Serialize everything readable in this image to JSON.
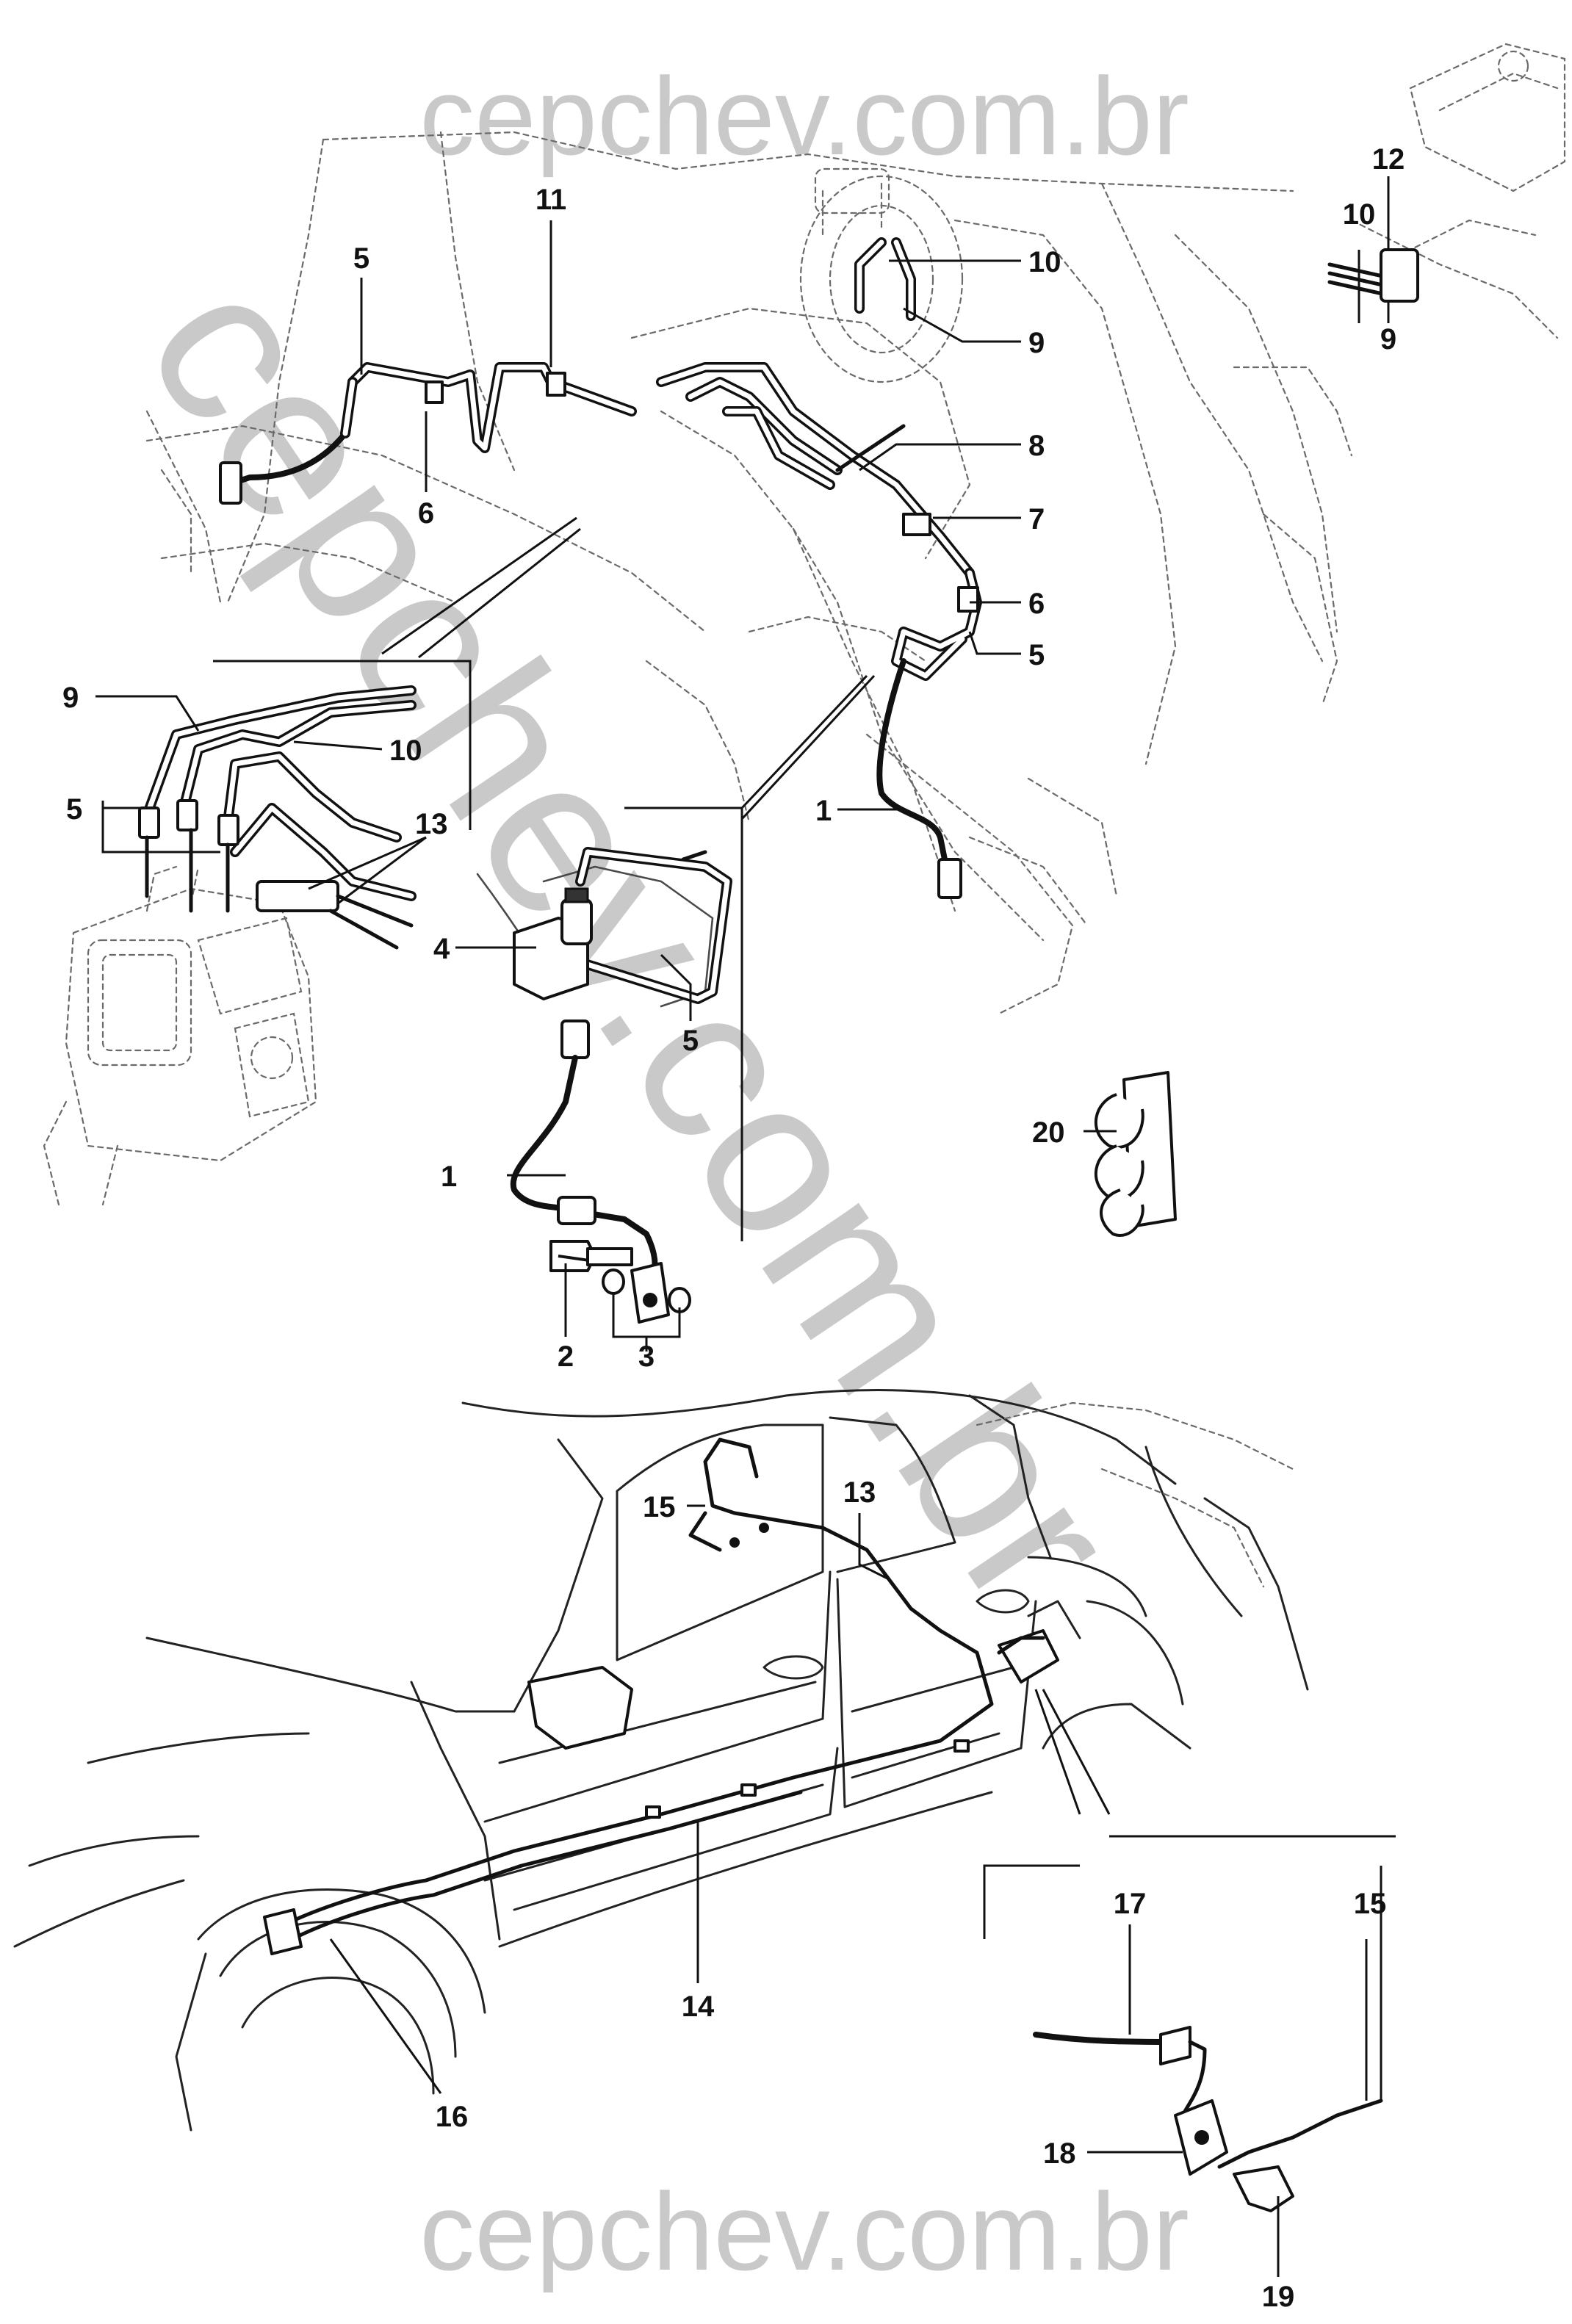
{
  "watermark": {
    "top": "cepchev.com.br",
    "bottom": "cepchev.com.br",
    "diagonal": "cepchev.com.br"
  },
  "callouts": {
    "top_left_5": "5",
    "top_11": "11",
    "top_left_6": "6",
    "mc_10": "10",
    "mc_9": "9",
    "right_10": "10",
    "right_12": "12",
    "right_9": "9",
    "r_8": "8",
    "r_7": "7",
    "r_6": "6",
    "r_5": "5",
    "r_1": "1",
    "abs_9": "9",
    "abs_10": "10",
    "abs_5": "5",
    "abs_13": "13",
    "det_4": "4",
    "det_5": "5",
    "det_1": "1",
    "det_2": "2",
    "det_3": "3",
    "clip_20": "20",
    "car_15": "15",
    "car_13": "13",
    "car_14": "14",
    "car_16": "16",
    "inset_17": "17",
    "inset_15": "15",
    "inset_18": "18",
    "inset_19": "19"
  }
}
